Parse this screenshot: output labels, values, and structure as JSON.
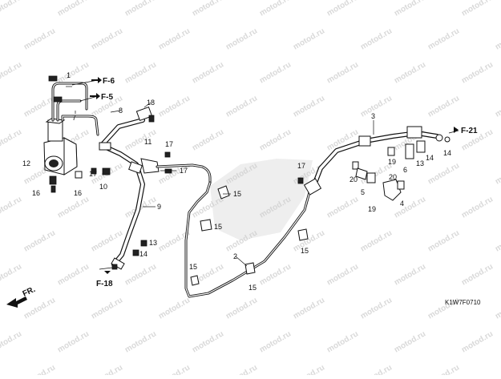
{
  "diagram": {
    "code": "K1W7F0710",
    "front_label": "FR.",
    "watermark": "motod.ru",
    "refs": {
      "f6": "F-6",
      "f5": "F-5",
      "f21": "F-21",
      "f18": "F-18"
    },
    "callouts": {
      "c1": "1",
      "c2": "2",
      "c3": "3",
      "c4": "4",
      "c5": "5",
      "c6": "6",
      "c7": "7",
      "c8": "8",
      "c9": "9",
      "c10": "10",
      "c11": "11",
      "c12": "12",
      "c13a": "13",
      "c13b": "13",
      "c14a": "14",
      "c14b": "14",
      "c14c": "14",
      "c15a": "15",
      "c15b": "15",
      "c15c": "15",
      "c15d": "15",
      "c15e": "15",
      "c16a": "16",
      "c16b": "16",
      "c17a": "17",
      "c17b": "17",
      "c17c": "17",
      "c17d": "17",
      "c18": "18",
      "c19a": "19",
      "c19b": "19",
      "c20a": "20",
      "c20b": "20"
    }
  }
}
